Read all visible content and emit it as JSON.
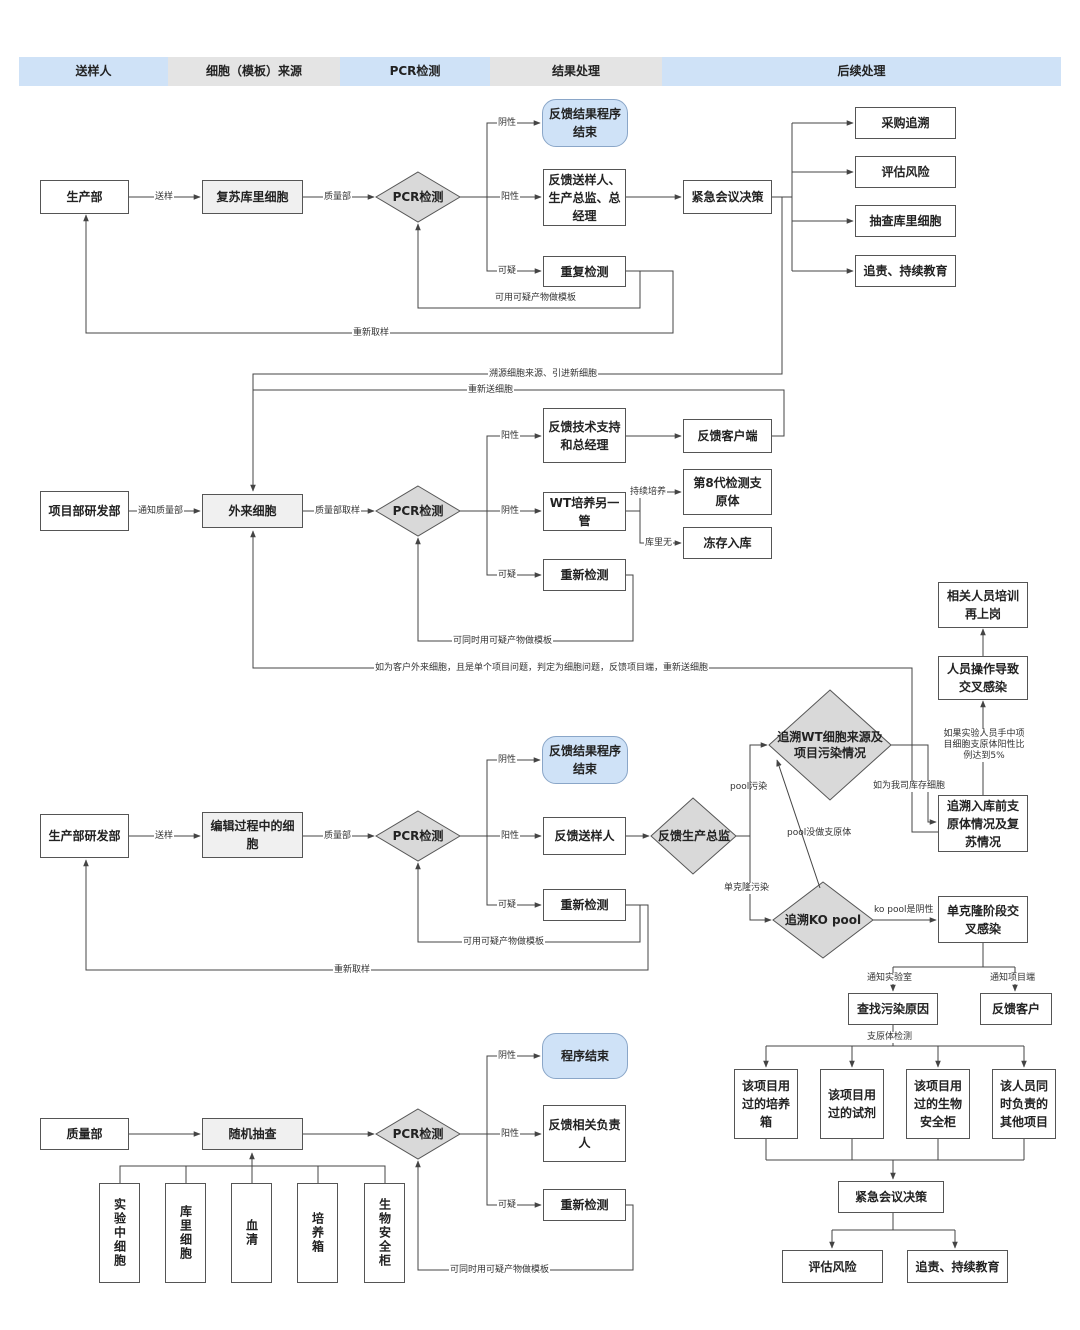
{
  "header": {
    "col1": "送样人",
    "col2": "细胞（模板）来源",
    "col3": "PCR检测",
    "col4": "结果处理",
    "col5": "后续处理",
    "colors": {
      "blue": "#cfe2f7",
      "gray": "#e4e4e4"
    }
  },
  "s1": {
    "sender": "生产部",
    "source": "复苏库里细胞",
    "pcr": "PCR检测",
    "neg_result": "反馈结果程序结束",
    "pos_result": "反馈送样人、生产总监、总经理",
    "recheck": "重复检测",
    "meeting": "紧急会议决策",
    "act1": "采购追溯",
    "act2": "评估风险",
    "act3": "抽查库里细胞",
    "act4": "追责、持续教育",
    "l_send": "送样",
    "l_qa": "质量部",
    "l_neg": "阴性",
    "l_pos": "阳性",
    "l_sus": "可疑",
    "l_template": "可用可疑产物做模板",
    "l_resample": "重新取样"
  },
  "s2": {
    "l_trace": "溯源细胞来源、引进新细胞",
    "l_resend": "重新送细胞",
    "sender": "项目部研发部",
    "source": "外来细胞",
    "pcr": "PCR检测",
    "pos_result": "反馈技术支持和总经理",
    "client": "反馈客户端",
    "wt": "WT培养另一管",
    "gen8": "第8代检测支原体",
    "freeze": "冻存入库",
    "recheck": "重新检测",
    "l_notify": "通知质量部",
    "l_qa": "质量部取样",
    "l_pos": "阳性",
    "l_neg": "阴性",
    "l_sus": "可疑",
    "l_culture": "持续培养",
    "l_none": "库里无",
    "l_template": "可同时用可疑产物做模板",
    "l_outside": "如为客户外来细胞，且是单个项目问题，判定为细胞问题，反馈项目端，重新送细胞"
  },
  "s3": {
    "sender": "生产部研发部",
    "source": "编辑过程中的细胞",
    "pcr": "PCR检测",
    "neg_result": "反馈结果程序结束",
    "pos_result": "反馈送样人",
    "director": "反馈生产总监",
    "trace_wt": "追溯WT细胞来源及项目污染情况",
    "trace_ko": "追溯KO pool",
    "training": "相关人员培训再上岗",
    "cross": "人员操作导致交叉感染",
    "trace_stock": "追溯入库前支原体情况及复苏情况",
    "mono_cross": "单克隆阶段交叉感染",
    "find_cause": "查找污染原因",
    "feedback_client": "反馈客户",
    "item1": "该项目用过的培养箱",
    "item2": "该项目用过的试剂",
    "item3": "该项目用过的生物安全柜",
    "item4": "该人员同时负责的其他项目",
    "meeting": "紧急会议决策",
    "risk": "评估风险",
    "blame": "追责、持续教育",
    "recheck": "重新检测",
    "l_send": "送样",
    "l_qa": "质量部",
    "l_neg": "阴性",
    "l_pos": "阳性",
    "l_sus": "可疑",
    "l_template": "可用可疑产物做模板",
    "l_resample": "重新取样",
    "l_pool_cont": "pool污染",
    "l_pool_no": "pool没做支原体",
    "l_mono": "单克隆污染",
    "l_ko_neg": "ko pool是阴性",
    "l_stock": "如为我司库存细胞",
    "l_ratio": "如果实验人员手中项目细胞支原体阳性比例达到5%",
    "l_notify_lab": "通知实验室",
    "l_notify_proj": "通知项目端",
    "l_myco": "支原体检测"
  },
  "s4": {
    "sender": "质量部",
    "check": "随机抽查",
    "pcr": "PCR检测",
    "neg_result": "程序结束",
    "pos_result": "反馈相关负责人",
    "recheck": "重新检测",
    "src1": "实验中细胞",
    "src2": "库里细胞",
    "src3": "血清",
    "src4": "培养箱",
    "src5": "生物安全柜",
    "l_neg": "阴性",
    "l_pos": "阳性",
    "l_sus": "可疑",
    "l_template": "可同时用可疑产物做模板"
  }
}
